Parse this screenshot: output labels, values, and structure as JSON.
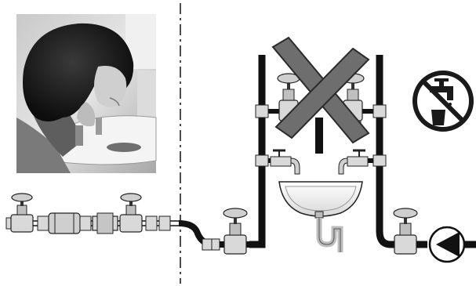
{
  "photo": {
    "subject": "drinking-from-fountain-photo"
  },
  "diagram": {
    "elements": [
      "valve",
      "strainer",
      "check-valve",
      "valve",
      "flexible-hose",
      "valve",
      "faucet",
      "faucet",
      "sink-basin",
      "p-trap",
      "valve",
      "pump"
    ],
    "prohibited_item": "cross-connected-valves",
    "symbols": {
      "no_drinking_water": "no-drinking-water-icon",
      "cross": "prohibition-cross"
    }
  },
  "colors": {
    "pipe": "#111111",
    "valve_fill": "#d9d9d9",
    "outline": "#222222",
    "cross": "#6e6e6e",
    "sink": "#f2f2f2",
    "trap": "#bdbdbd"
  }
}
